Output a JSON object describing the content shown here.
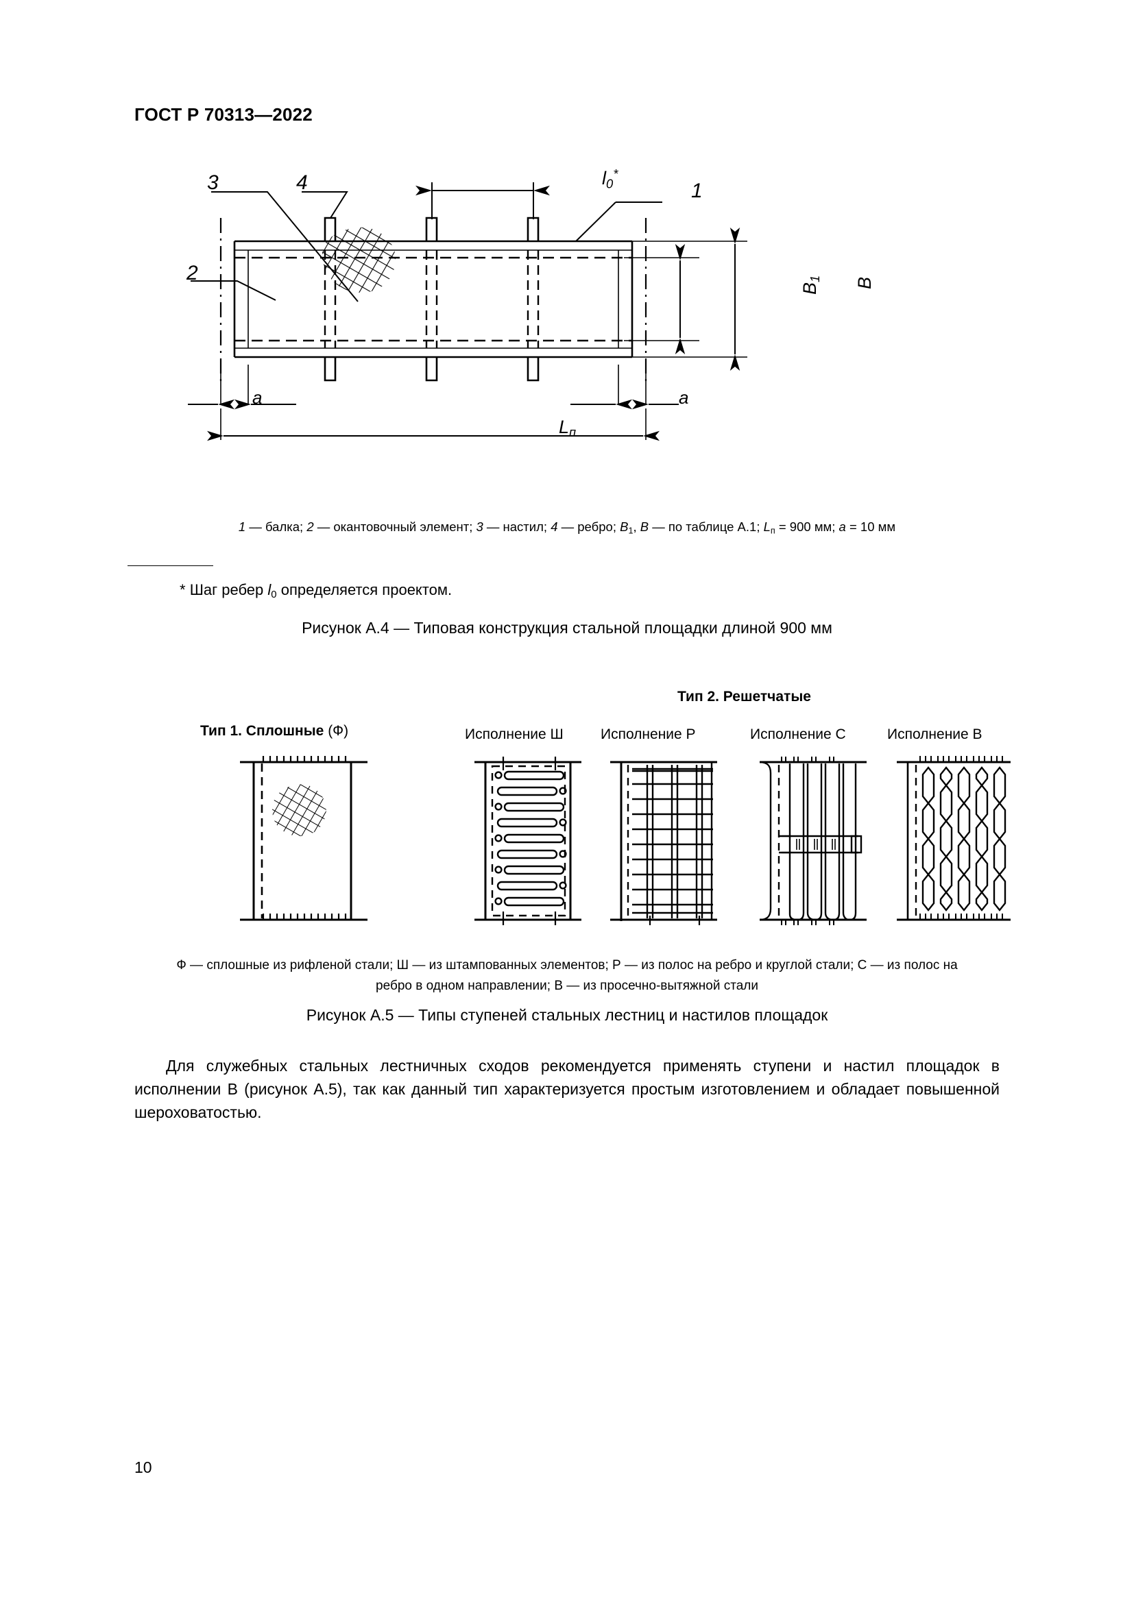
{
  "header": {
    "standard": "ГОСТ Р 70313—2022"
  },
  "page_number": "10",
  "figure_a4": {
    "callouts": [
      {
        "id": "1",
        "label": "1"
      },
      {
        "id": "2",
        "label": "2"
      },
      {
        "id": "3",
        "label": "3"
      },
      {
        "id": "4",
        "label": "4"
      }
    ],
    "dimensions": {
      "rib_pitch": "l",
      "rib_pitch_sub": "0",
      "rib_pitch_sup": "*",
      "width_inner": "B",
      "width_inner_sub": "1",
      "width_outer": "B",
      "gap": "a",
      "length": "L",
      "length_sub": "п"
    },
    "legend": "1 — балка; 2 — окантовочный элемент; 3 — настил; 4 — ребро; B1, B — по таблице А.1; Lп = 900 мм; a = 10 мм",
    "legend_parts": {
      "p1": "1",
      "t1": " — балка; ",
      "p2": "2",
      "t2": " — окантовочный элемент; ",
      "p3": "3",
      "t3": " — настил; ",
      "p4": "4",
      "t4": " — ребро; ",
      "sym_b1": "B",
      "sym_b1_sub": "1",
      "t5": ", ",
      "sym_b": "B",
      "t6": " — по таблице А.1; ",
      "sym_l": "L",
      "sym_l_sub": "п",
      "t7": " = 900 мм; ",
      "sym_a": "a",
      "t8": " = 10 мм"
    },
    "footnote": {
      "marker": "*",
      "text_before": "Шаг ребер ",
      "symbol": "l",
      "symbol_sub": "0",
      "text_after": " определяется проектом."
    },
    "caption": "Рисунок А.4 — Типовая конструкция стальной площадки длиной 900 мм"
  },
  "figure_a5": {
    "type1_heading_bold": "Тип 1. Сплошные",
    "type1_heading_norm": " (Ф)",
    "type2_heading": "Тип 2. Решетчатые",
    "executions": [
      {
        "id": "sh",
        "label": "Исполнение Ш"
      },
      {
        "id": "r",
        "label": "Исполнение Р"
      },
      {
        "id": "s",
        "label": "Исполнение С"
      },
      {
        "id": "v",
        "label": "Исполнение В"
      }
    ],
    "legend_line1": "Ф — сплошные из рифленой стали; Ш — из штампованных элементов; Р — из полос на ребро и круглой стали; С — из полос на",
    "legend_line2": "ребро в одном направлении; В — из просечно-вытяжной стали",
    "caption": "Рисунок А.5 — Типы ступеней стальных лестниц и настилов площадок"
  },
  "body": {
    "paragraph": "Для служебных стальных лестничных сходов рекомендуется применять ступени и настил площадок в исполнении В (рисунок А.5), так как данный тип характеризуется простым изготовлением и обладает повышенной шероховатостью."
  },
  "colors": {
    "ink": "#000000",
    "paper": "#ffffff"
  }
}
